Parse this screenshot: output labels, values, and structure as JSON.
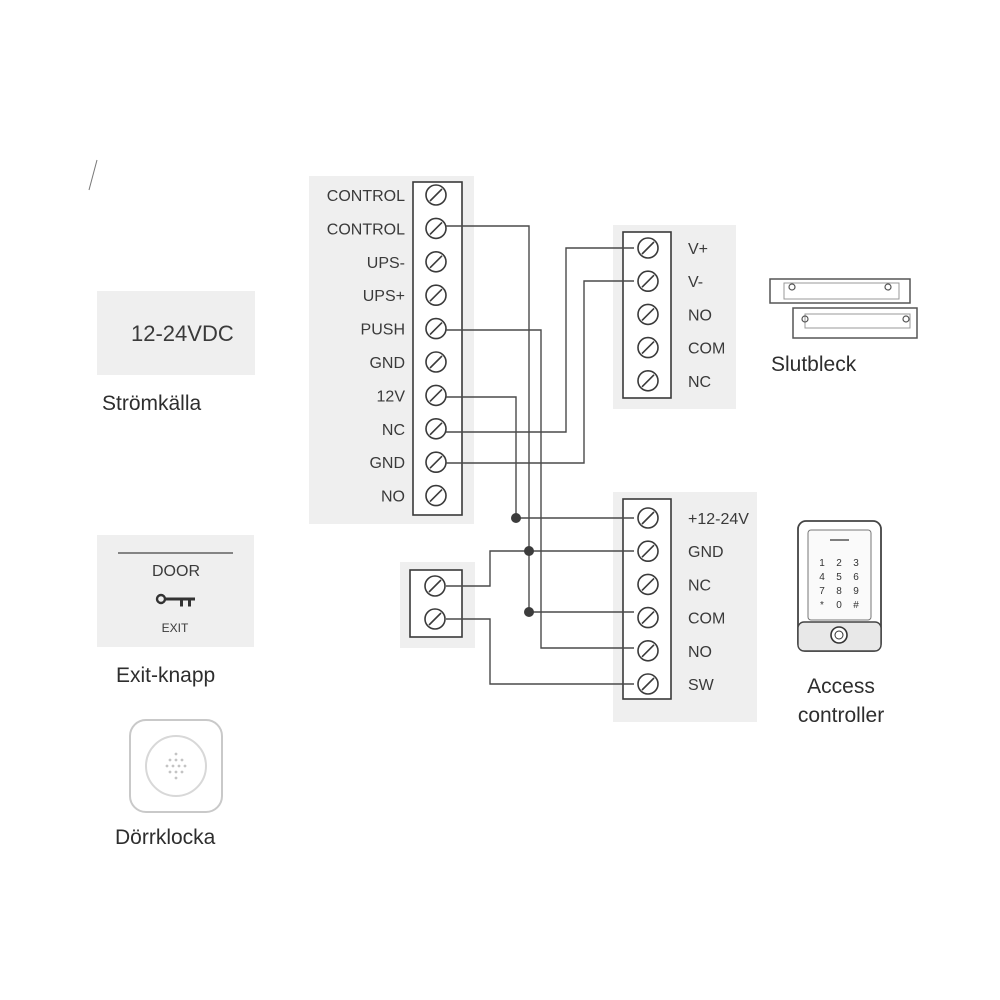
{
  "controller": {
    "terminals": [
      "CONTROL",
      "CONTROL",
      "UPS-",
      "UPS+",
      "PUSH",
      "GND",
      "12V",
      "NC",
      "GND",
      "NO"
    ]
  },
  "lock": {
    "terminals": [
      "V+",
      "V-",
      "NO",
      "COM",
      "NC"
    ],
    "caption": "Slutbleck"
  },
  "reader": {
    "terminals": [
      "+12-24V",
      "GND",
      "NC",
      "COM",
      "NO",
      "SW"
    ],
    "caption_line1": "Access",
    "caption_line2": "controller",
    "keypad_keys": [
      "1",
      "2",
      "3",
      "4",
      "5",
      "6",
      "7",
      "8",
      "9",
      "*",
      "0",
      "#"
    ]
  },
  "power_supply": {
    "label": "12-24VDC",
    "caption": "Strömkälla"
  },
  "exit_button": {
    "top_text": "DOOR",
    "bottom_text": "EXIT",
    "caption": "Exit-knapp"
  },
  "doorbell": {
    "caption": "Dörrklocka"
  },
  "colors": {
    "panel": "#efefef",
    "line": "#3a3a3a",
    "text": "#333333"
  }
}
